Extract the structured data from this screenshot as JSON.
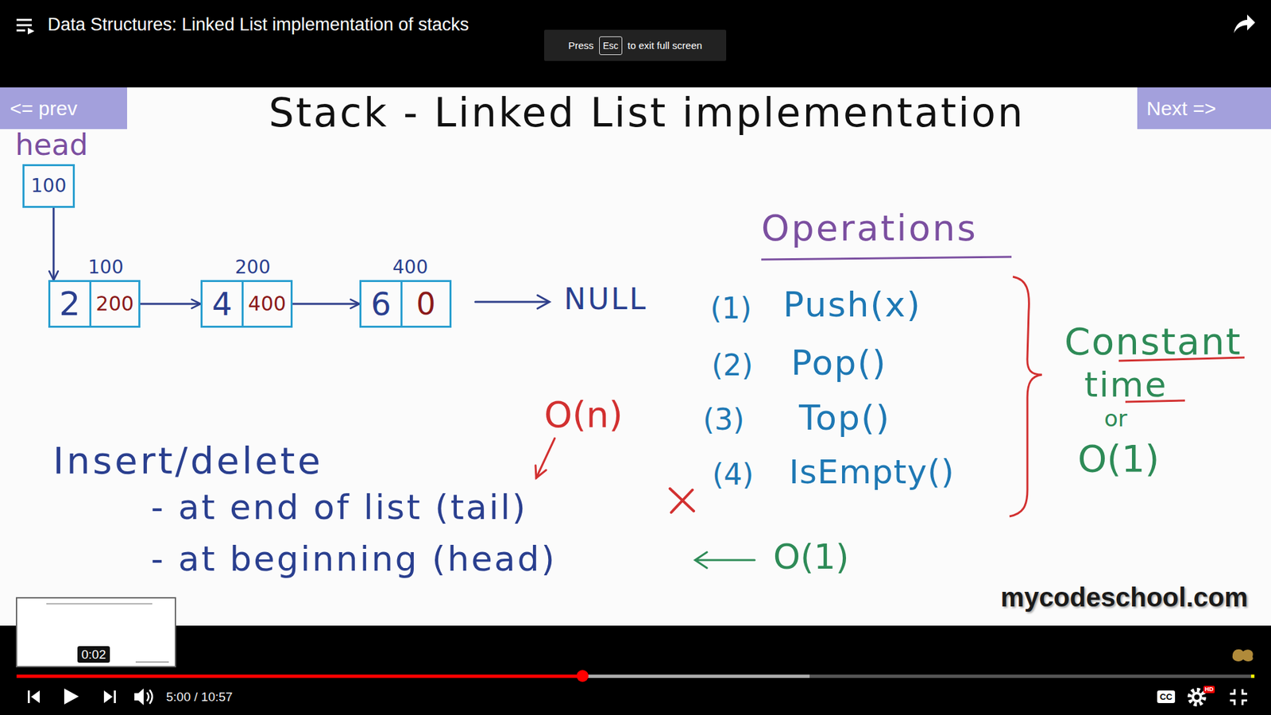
{
  "diagram": {
    "title": "Stack - Linked List implementation",
    "nodes": [
      {
        "text": [
          "Press",
          "to exit full screen"
        ]
      },
      {
        "text": [
          "Esc"
        ],
        "in": 0
      },
      {
        "text": [
          "<= prev"
        ]
      },
      {
        "text": [
          "Next =>"
        ]
      },
      {
        "text": [
          "head",
          "100"
        ]
      },
      {
        "text": [
          "100"
        ]
      },
      {
        "text": [
          "2"
        ],
        "in": 5
      },
      {
        "text": [
          "200"
        ],
        "in": 5
      },
      {
        "text": [
          "200"
        ]
      },
      {
        "text": [
          "4"
        ],
        "in": 8
      },
      {
        "text": [
          "400"
        ],
        "in": 8
      },
      {
        "text": [
          "400"
        ]
      },
      {
        "text": [
          "6"
        ],
        "in": 11
      },
      {
        "text": [
          "0"
        ],
        "in": 11
      }
    ],
    "edges": [
      {
        "from": 4,
        "to": 5,
        "arrow": "to"
      },
      {
        "from": 5,
        "to": 8,
        "arrow": "to"
      },
      {
        "from": 8,
        "to": 11,
        "arrow": "to"
      }
    ],
    "labels": [
      "Data Structures: Linked List implementation of stacks",
      "NULL",
      "Operations",
      "(1)",
      "Push(x)",
      "(2)",
      "Pop()",
      "(3)",
      "Top()",
      "(4)",
      "IsEmpty()",
      "Constant",
      "time",
      "or",
      "O(1)",
      "O(n)",
      "Insert/delete",
      "- at end of list (tail)",
      "- at beginning (head)",
      "O(1)",
      "mycodeschool.com",
      "0:02",
      "5:00 / 10:57",
      "CC",
      "HD"
    ]
  }
}
